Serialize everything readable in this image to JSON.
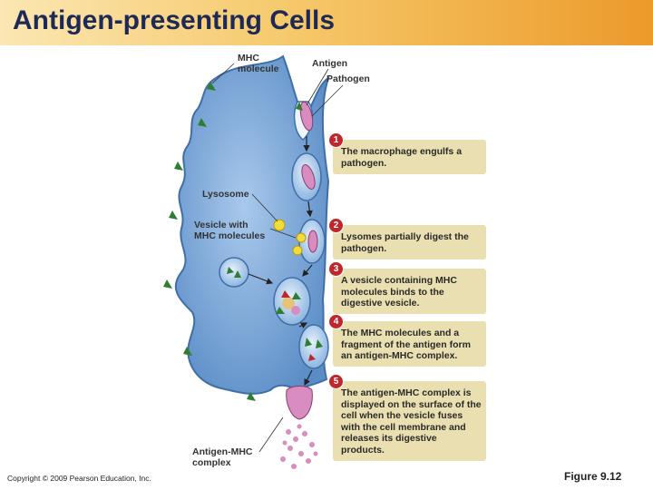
{
  "slide": {
    "title": "Antigen-presenting Cells",
    "copyright": "Copyright © 2009 Pearson Education, Inc.",
    "figure": "Figure 9.12"
  },
  "labels": {
    "mhc": "MHC\nmolecule",
    "antigen": "Antigen",
    "pathogen": "Pathogen",
    "lysosome": "Lysosome",
    "vesicle": "Vesicle with\nMHC molecules",
    "complex": "Antigen-MHC\ncomplex"
  },
  "steps": [
    {
      "number": "1",
      "text": "The macrophage engulfs a pathogen."
    },
    {
      "number": "2",
      "text": "Lysomes partially digest the pathogen."
    },
    {
      "number": "3",
      "text": "A vesicle containing MHC molecules binds to the digestive vesicle."
    },
    {
      "number": "4",
      "text": "The MHC molecules and a fragment of the antigen form an antigen-MHC complex."
    },
    {
      "number": "5",
      "text": "The antigen-MHC complex is displayed on the surface of the cell when the vesicle fuses with the cell membrane and releases its digestive products."
    }
  ],
  "colors": {
    "cell": "#6f9fd3",
    "membrane": "#3f6fa8",
    "box": "#e9dfb1",
    "badge": "#c0272d",
    "mhc": "#2e7d32",
    "pathogen": "#d98cbf",
    "lysosome": "#f1dc3a"
  }
}
